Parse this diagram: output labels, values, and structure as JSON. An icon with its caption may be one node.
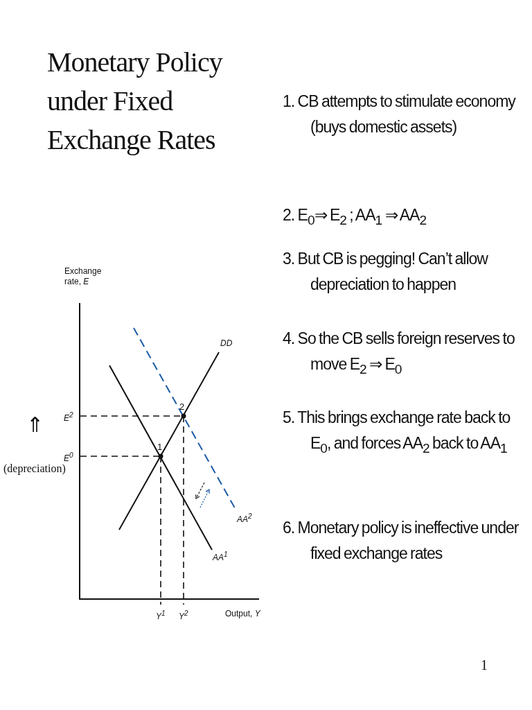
{
  "diagram": {
    "title": "Monetary Policy under Fixed Exchange Rates",
    "labels": [
      "1. CB attempts to stimulate economy (buys domestic assets)",
      "2. E$_{0}$⇒ E$_{2}$ ; AA$_{1}$ ⇒ AA$_{2}$",
      "3. But CB is pegging!  Can’t allow depreciation to happen",
      "4. So the CB sells foreign reserves to move E$_{2}$ ⇒ E$_{0}$",
      "5. This brings exchange rate back to E$_{0}$, and forces AA$_{2}$ back to AA$_{1}$",
      "6. Monetary policy is ineffective under fixed exchange rates",
      "Exchange rate, *E*",
      "DD",
      "2",
      "1",
      "E$^{2}$",
      "E$^{0}$",
      "⇑",
      "(depreciation)",
      "AA$^{2}$",
      "AA$^{1}$",
      "Y$^{1}$",
      "Y$^{2}$",
      "Output, *Y*",
      "1"
    ]
  }
}
